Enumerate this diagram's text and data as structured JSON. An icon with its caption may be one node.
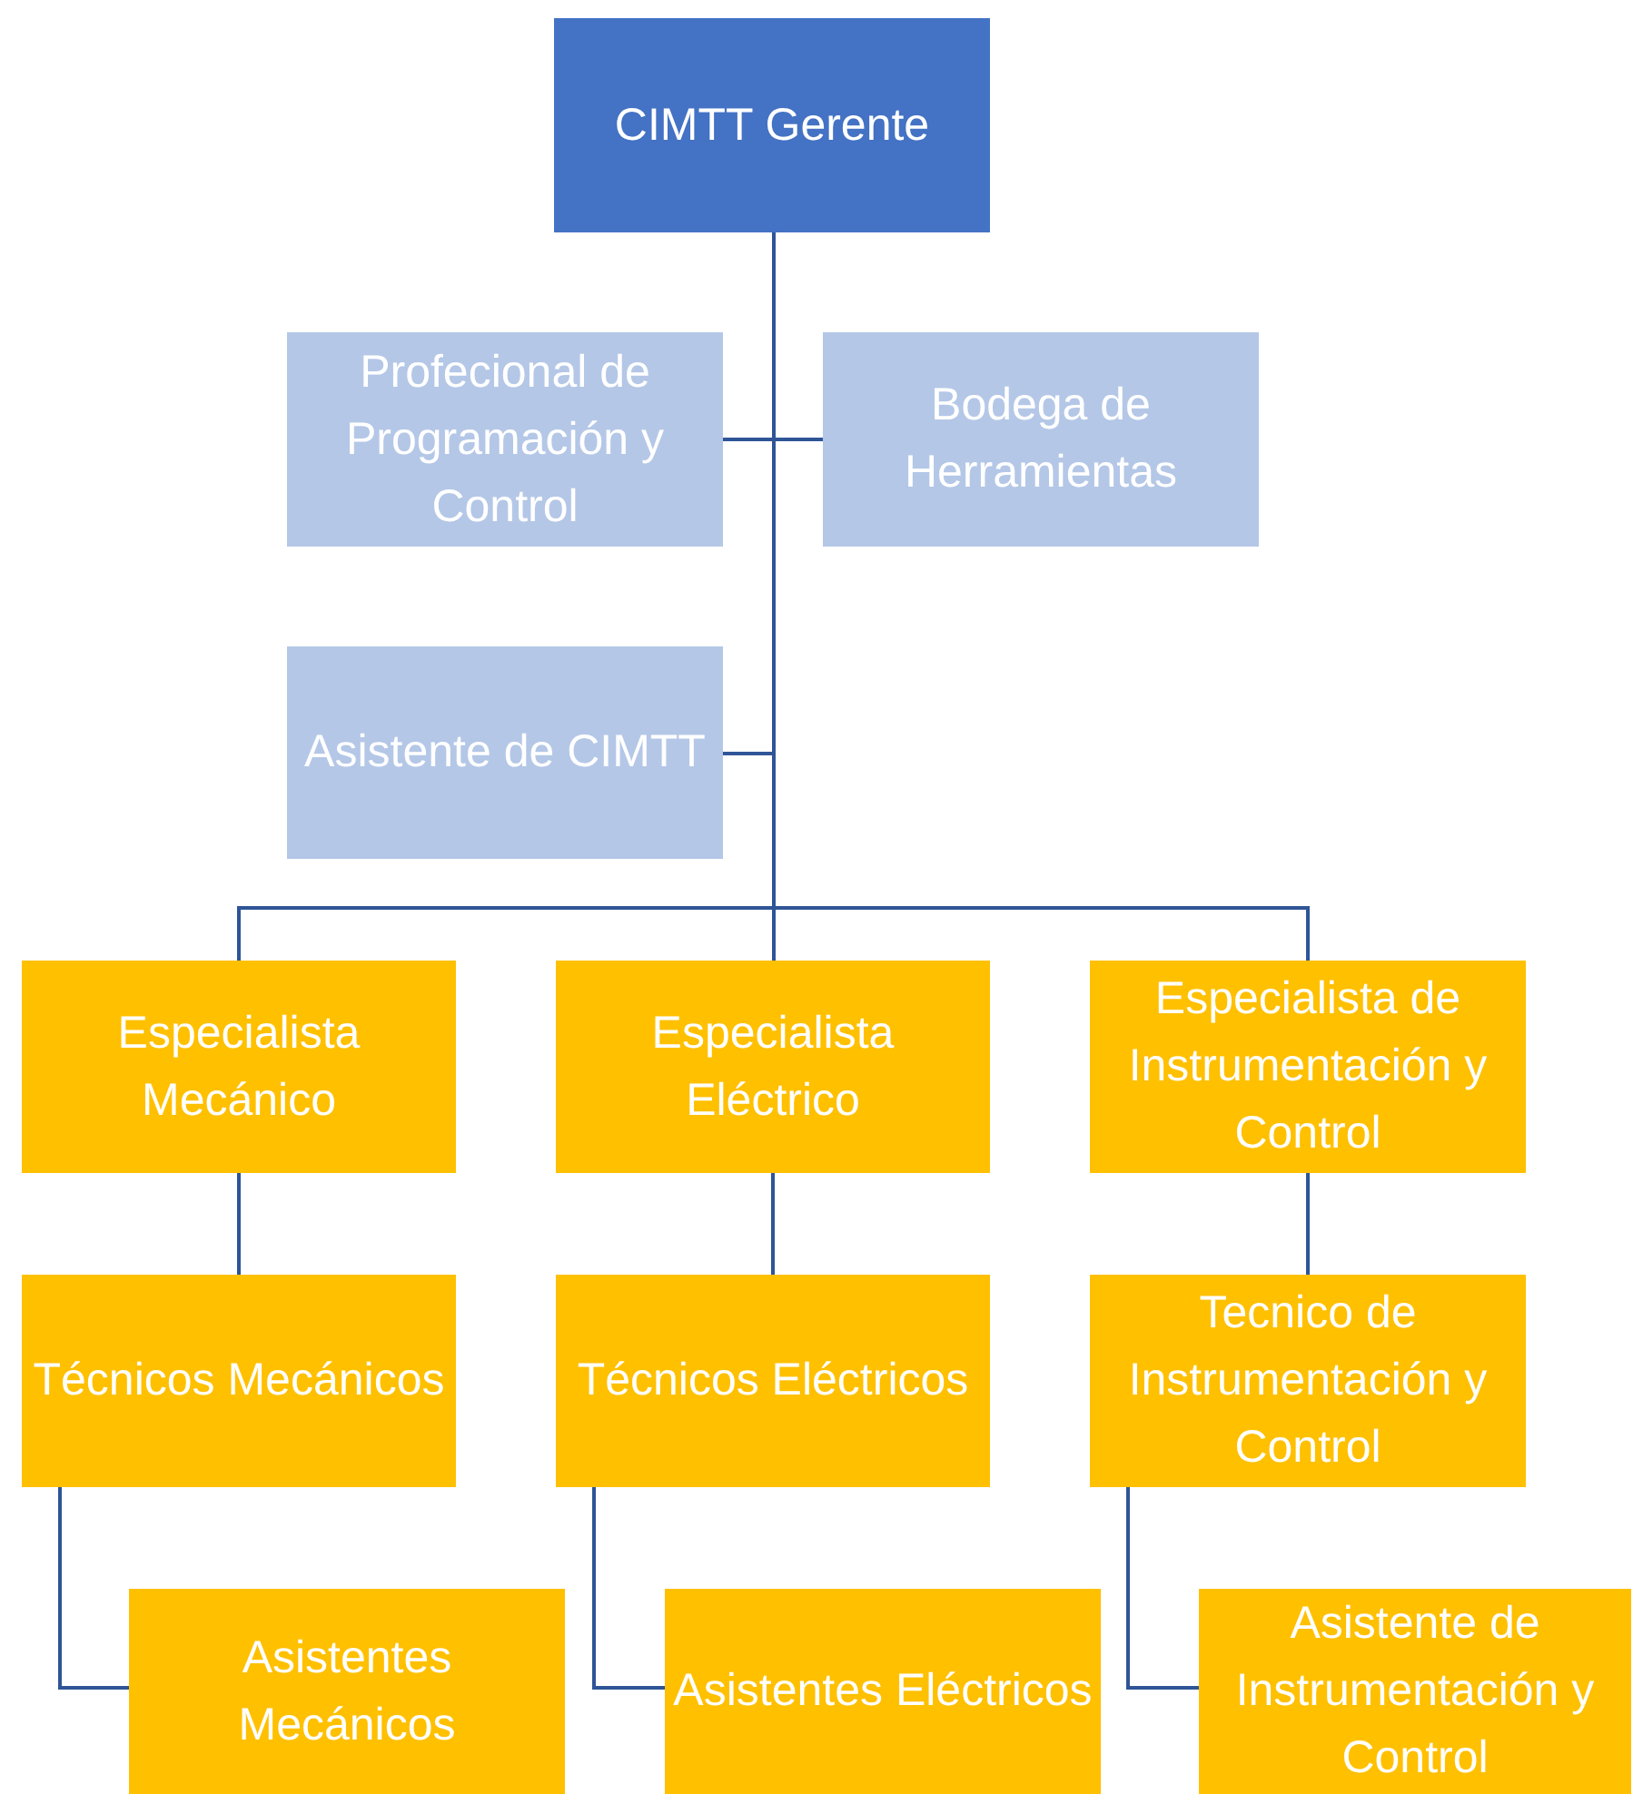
{
  "diagram": {
    "nodes": [
      {
        "text": [
          "CIMTT Gerente"
        ]
      },
      {
        "text": [
          "Profecional de Programación y Control"
        ]
      },
      {
        "text": [
          "Bodega de Herramientas"
        ]
      },
      {
        "text": [
          "Asistente de CIMTT"
        ]
      },
      {
        "text": [
          "Especialista Mecánico"
        ]
      },
      {
        "text": [
          "Especialista Eléctrico"
        ]
      },
      {
        "text": [
          "Especialista de Instrumentación y Control"
        ]
      },
      {
        "text": [
          "Técnicos Mecánicos"
        ]
      },
      {
        "text": [
          "Técnicos Eléctricos"
        ]
      },
      {
        "text": [
          "Tecnico de Instrumentación y Control"
        ]
      },
      {
        "text": [
          "Asistentes Mecánicos"
        ]
      },
      {
        "text": [
          "Asistentes Eléctricos"
        ]
      },
      {
        "text": [
          "Asistente de Instrumentación y Control"
        ]
      }
    ],
    "edges": [
      {
        "from": 0,
        "to": 1,
        "arrow": "none"
      },
      {
        "from": 0,
        "to": 2,
        "arrow": "none"
      },
      {
        "from": 0,
        "to": 3,
        "arrow": "none"
      },
      {
        "from": 0,
        "to": 4,
        "arrow": "none"
      },
      {
        "from": 0,
        "to": 5,
        "arrow": "none"
      },
      {
        "from": 0,
        "to": 6,
        "arrow": "none"
      },
      {
        "from": 4,
        "to": 7,
        "arrow": "none"
      },
      {
        "from": 5,
        "to": 8,
        "arrow": "none"
      },
      {
        "from": 6,
        "to": 9,
        "arrow": "none"
      },
      {
        "from": 7,
        "to": 10,
        "arrow": "none"
      },
      {
        "from": 8,
        "to": 11,
        "arrow": "none"
      },
      {
        "from": 9,
        "to": 12,
        "arrow": "none"
      }
    ]
  }
}
